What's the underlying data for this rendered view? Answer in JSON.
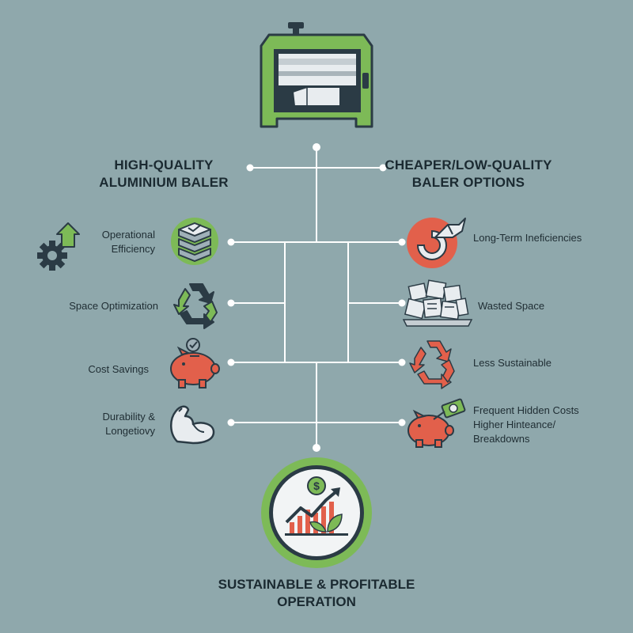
{
  "left_heading": {
    "line1": "HIGH-QUALITY",
    "line2": "ALUMINIUM BALER"
  },
  "right_heading": {
    "line1": "CHEAPER/LOW-QUALITY",
    "line2": "BALER OPTIONS"
  },
  "left_items": [
    {
      "line1": "Operational",
      "line2": "Efficiency",
      "icon": "server-stack-icon",
      "side_icon": "gear-arrow-icon"
    },
    {
      "line1": "Space Optimization",
      "icon": "recycle-icon"
    },
    {
      "line1": "Cost Savings",
      "icon": "piggy-bank-icon"
    },
    {
      "line1": "Durability &",
      "line2": "Longetiovy",
      "icon": "flexed-arm-icon"
    }
  ],
  "right_items": [
    {
      "line1": "Long-Term Ineficiencies",
      "icon": "broken-gear-icon"
    },
    {
      "line1": "Wasted Space",
      "icon": "paper-pile-icon"
    },
    {
      "line1": "Less Sustainable",
      "icon": "red-recycle-icon"
    },
    {
      "line1": "Frequent Hidden Costs",
      "line2": "Higher Hinteance/",
      "line3": "Breakdowns",
      "icon": "piggy-bank-money-icon"
    }
  ],
  "bottom_title": {
    "line1": "SUSTAINABLE & PROFITABLE",
    "line2": "OPERATION"
  },
  "colors": {
    "background": "#8fa8ac",
    "accent_green": "#7dba57",
    "accent_red": "#e2604b",
    "dark": "#2b3b45",
    "line": "#ffffff"
  }
}
